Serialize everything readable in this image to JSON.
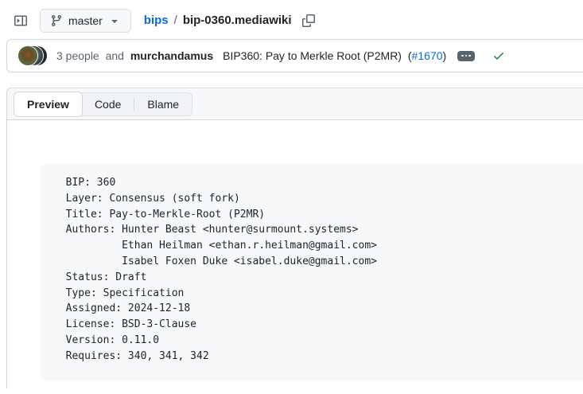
{
  "toolbar": {
    "sidebar_toggle_icon": "expand-file-tree-panel-icon",
    "branch_button": {
      "icon": "git-branch-icon",
      "label": "master",
      "caret": "chevron-down-icon"
    },
    "breadcrumb": {
      "repo": "bips",
      "separator": "/",
      "filename": "bip-0360.mediawiki"
    },
    "copy_icon": "copy-path-icon"
  },
  "commit_bar": {
    "avatars": [
      "avatar-1",
      "avatar-2",
      "avatar-3"
    ],
    "people_label": "3 people",
    "and_label": "and",
    "author": "murchandamus",
    "message": "BIP360: Pay to Merkle Root (P2MR)",
    "pr_open_paren": "(",
    "pr_link": "#1670",
    "pr_close_paren": ")",
    "ellipsis_badge": "expand-commit-message-icon",
    "status": "checks-passed"
  },
  "tabs": [
    {
      "label": "Preview",
      "active": true
    },
    {
      "label": "Code",
      "active": false
    },
    {
      "label": "Blame",
      "active": false
    }
  ],
  "file_content": {
    "pre_text": "  BIP: 360\n  Layer: Consensus (soft fork)\n  Title: Pay-to-Merkle-Root (P2MR)\n  Authors: Hunter Beast <hunter@surmount.systems>\n           Ethan Heilman <ethan.r.heilman@gmail.com>\n           Isabel Foxen Duke <isabel.duke@gmail.com>\n  Status: Draft\n  Type: Specification\n  Assigned: 2024-12-18\n  License: BSD-3-Clause\n  Version: 0.11.0\n  Requires: 340, 341, 342"
  },
  "colors": {
    "link_blue": "#0969da",
    "text": "#1f2328",
    "muted": "#59636e",
    "border": "#d0d7de",
    "subtle_bg": "#f6f8fa",
    "success_green": "#1a7f37"
  }
}
